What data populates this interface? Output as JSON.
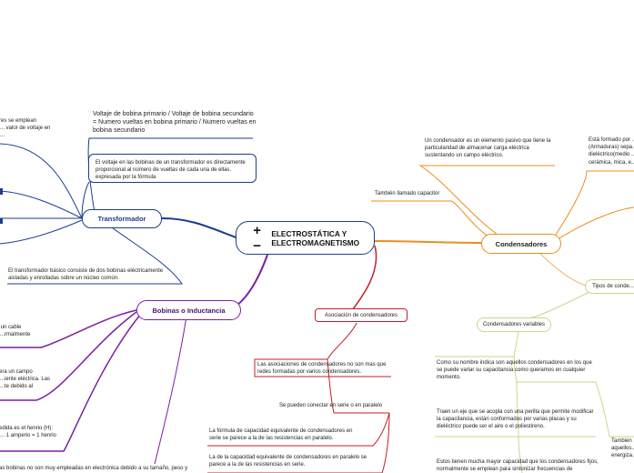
{
  "central": {
    "icon": "plus-minus-icon",
    "title": "ELECTROSTÁTICA Y ELECTROMAGNETISMO"
  },
  "transformador": {
    "label": "Transformador",
    "formula": "Voltaje de bobina primario  / Voltaje de bobina secundario =  Numero vueltas en bobina primario / Numero vueltas en bobina secundario",
    "proporcional": "El voltaje en las bobinas de un transformador es directamente proporcional al número de vueltas de cada una de ellas. expresada por la fórmula",
    "basico": "El transformador básico consiste de dos bobinas eléctricamente aisladas y enrolladas sobre un núcleo común.",
    "uso": "...res se emplean\n... valor de voltaje en\n..."
  },
  "bobinas": {
    "label": "Bobinas o Inductancia",
    "cable": "... un cable\n...rmalmente",
    "campo": "...era un campo\n...iente eléctrica. Las\n...te debido al",
    "henrio": "...edida es el henrio (H):\n... 1 amperio = 1 henrio",
    "uso": "...as bobinas no son muy empleadas en electrónica debido a su tamaño, peso y"
  },
  "condensadores": {
    "label": "Condensadores",
    "definicion": "Un condensador es un elemento pasivo que tiene la particularidad de almacenar carga eléctrica sustentando un campo eléctrico.",
    "tambien": "También llamado capacitor",
    "formado": "Está formado por ...\n(Armaduras) sepa...\ndieléctrico(medio ...\ncerámica, mica, e...",
    "tipos": "Tipos de conde...",
    "variables": {
      "label": "Condensadores variables",
      "nombre": "Como su nombre indica son aquellos condensadores en los que se puede variar su capacitancia como queramos en cualquier momento.",
      "eje": "Traen un eje que se acopla con una perilla que permite modificar la capacitancia, están conformados por varias placas y su dieléctrico puede ser el aire o el poliestireno.",
      "capacidad": "Estos tienen mucha mayor capacidad que los condensadores fijos, normalmente se emplean para sintonizar frecuencias de"
    },
    "right_partial": "También ...\naquellos...\nenergiza..."
  },
  "asociacion": {
    "label": "Asociación de condensadores",
    "redes": "Las asociaciones de condensadores no son mas que redes formadas por varios condensadores.",
    "serie_paralelo": "Se pueden conectar en serie o en paralelo",
    "formula_serie": "La fórmula de capacidad equivalente de condensadores en serie se parece a la de las resistencias en paralelo.",
    "formula_paralelo": "La de la capacidad equivalente de condensadores en paralelo se parece a la de las resistencias en serie."
  },
  "colors": {
    "blue": "#1b3d8f",
    "purple": "#7b1fa2",
    "orange": "#e8901a",
    "red": "#c0202a",
    "green": "#8bc34a"
  }
}
